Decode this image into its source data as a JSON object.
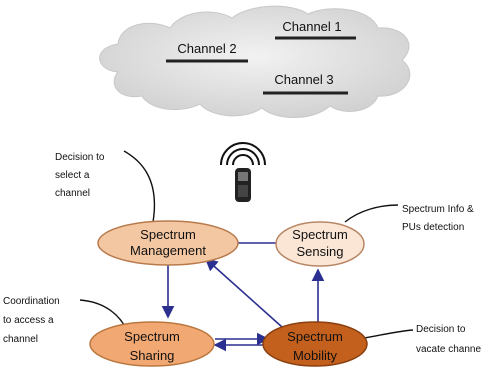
{
  "cloud": {
    "channels": [
      {
        "label": "Channel 1"
      },
      {
        "label": "Channel 2"
      },
      {
        "label": "Channel 3"
      }
    ]
  },
  "nodes": {
    "management": {
      "line1": "Spectrum",
      "line2": "Management"
    },
    "sensing": {
      "line1": "Spectrum",
      "line2": "Sensing"
    },
    "sharing": {
      "line1": "Spectrum",
      "line2": "Sharing"
    },
    "mobility": {
      "line1": "Spectrum",
      "line2": "Mobility"
    }
  },
  "annotations": {
    "management": [
      "Decision to",
      "select a",
      "channel"
    ],
    "sensing": [
      "Spectrum Info &",
      "PUs detection"
    ],
    "sharing": [
      "Coordination",
      "to access a",
      "channel"
    ],
    "mobility": [
      "Decision to",
      "vacate channel"
    ]
  },
  "colors": {
    "cloud": "#e3e3e3",
    "arrow": "#2b2f8f",
    "management_fill": "#f4c7a3",
    "sensing_fill": "#fbe6d6",
    "sharing_fill": "#f2a872",
    "mobility_fill": "#c4601e"
  },
  "icons": {
    "device": "mobile-phone-icon",
    "signal": "wireless-signal-icon"
  }
}
